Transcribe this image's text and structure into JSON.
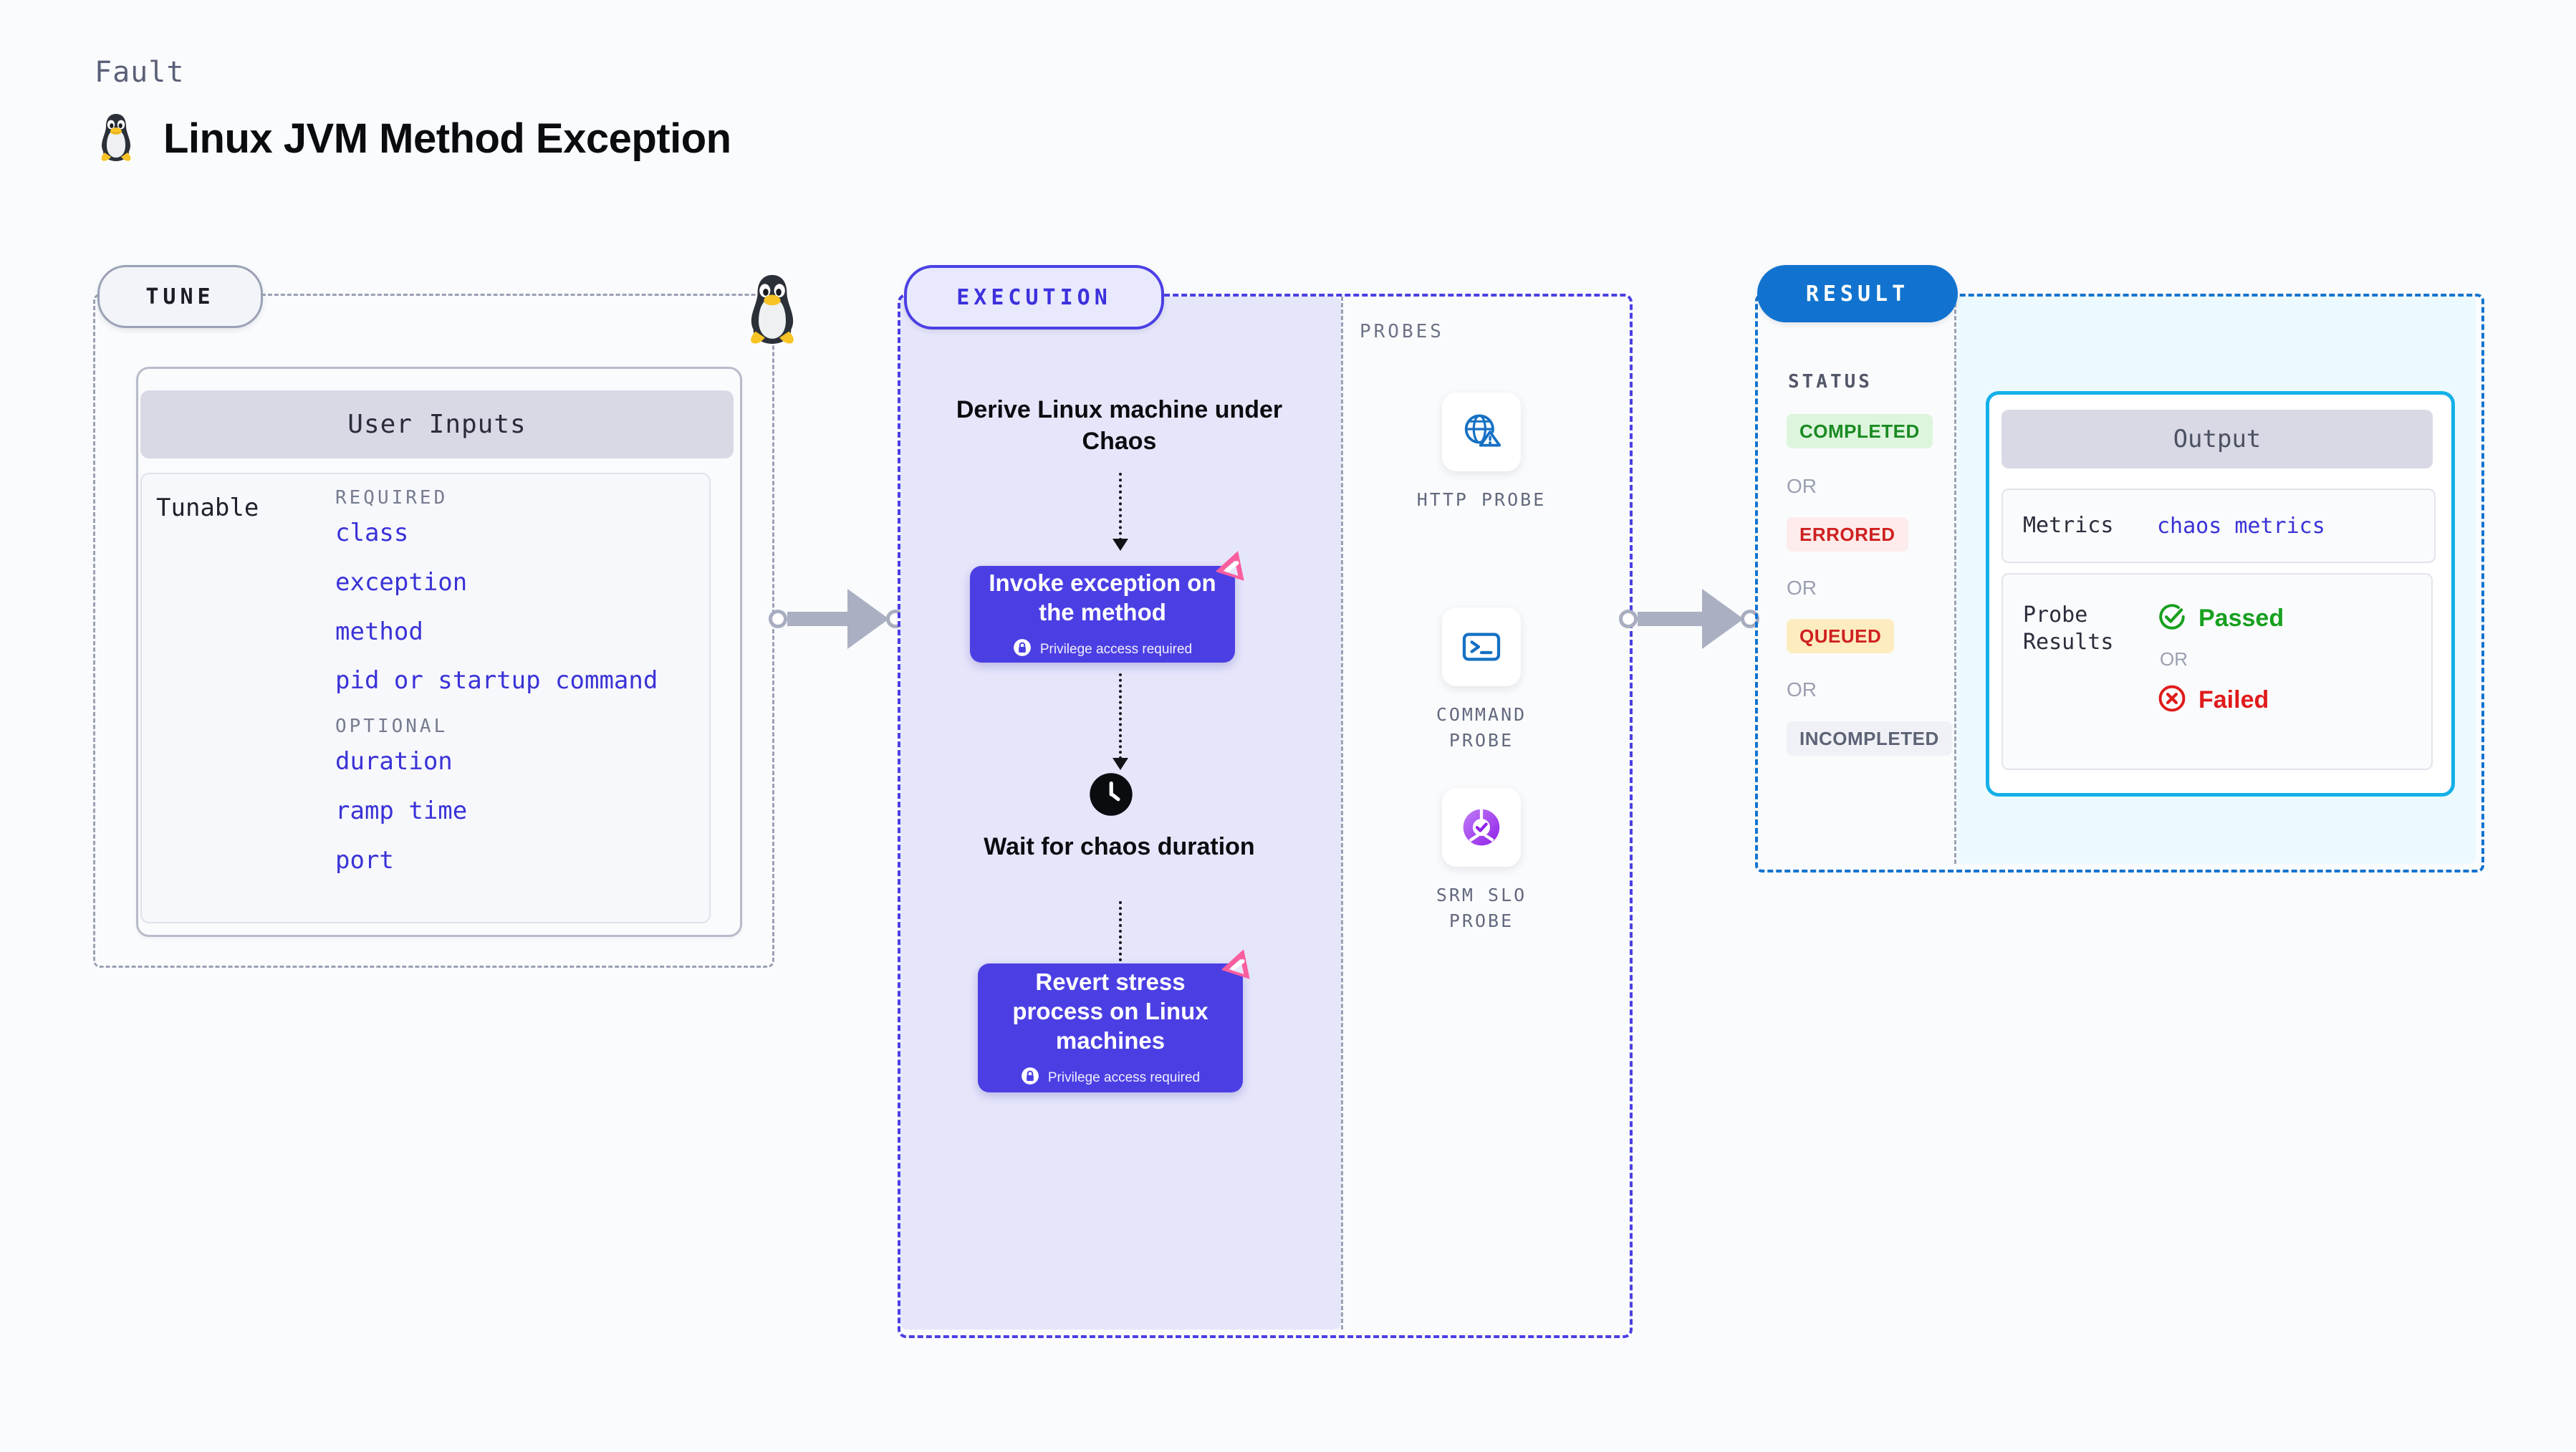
{
  "header": {
    "kicker": "Fault",
    "title": "Linux JVM Method Exception",
    "os_icon": "tux-penguin-icon"
  },
  "tune": {
    "pill_label": "TUNE",
    "card_header": "User Inputs",
    "tunable_label": "Tunable",
    "groups": [
      {
        "title": "REQUIRED",
        "items": [
          "class",
          "exception",
          "method",
          "pid or startup command"
        ]
      },
      {
        "title": "OPTIONAL",
        "items": [
          "duration",
          "ramp time",
          "port"
        ]
      }
    ]
  },
  "execution": {
    "pill_label": "EXECUTION",
    "derive_text": "Derive Linux machine under Chaos",
    "step_one": {
      "title": "Invoke exception on the method",
      "privilege_note": "Privilege access required"
    },
    "wait_text": "Wait for chaos duration",
    "step_two": {
      "title": "Revert stress process on Linux machines",
      "privilege_note": "Privilege access required"
    }
  },
  "probes": {
    "section_label": "PROBES",
    "items": [
      {
        "caption": "HTTP PROBE",
        "icon": "globe-warning-icon"
      },
      {
        "caption": "COMMAND PROBE",
        "icon": "terminal-icon"
      },
      {
        "caption": "SRM SLO PROBE",
        "icon": "slo-donut-check-icon"
      }
    ]
  },
  "result": {
    "pill_label": "RESULT",
    "status_label": "STATUS",
    "or_label": "OR",
    "statuses": [
      {
        "label": "COMPLETED",
        "bg": "#ddf5dd",
        "fg": "#1a8a22"
      },
      {
        "label": "ERRORED",
        "bg": "#fdeceb",
        "fg": "#cf2020"
      },
      {
        "label": "QUEUED",
        "bg": "#fcecc0",
        "fg": "#cf2020"
      },
      {
        "label": "INCOMPLETED",
        "bg": "#f0f1f6",
        "fg": "#5d6376"
      }
    ],
    "output": {
      "header": "Output",
      "metrics_key": "Metrics",
      "metrics_value": "chaos metrics",
      "probe_results_key": "Probe Results",
      "verdict_pass": "Passed",
      "verdict_fail": "Failed",
      "or_label": "OR"
    }
  },
  "colors": {
    "execution_accent": "#4b3fe4",
    "result_accent": "#1173cf",
    "output_border": "#14b0e8",
    "litmus_pink": "#fb5e9e",
    "tunable_link": "#3a32d6"
  }
}
